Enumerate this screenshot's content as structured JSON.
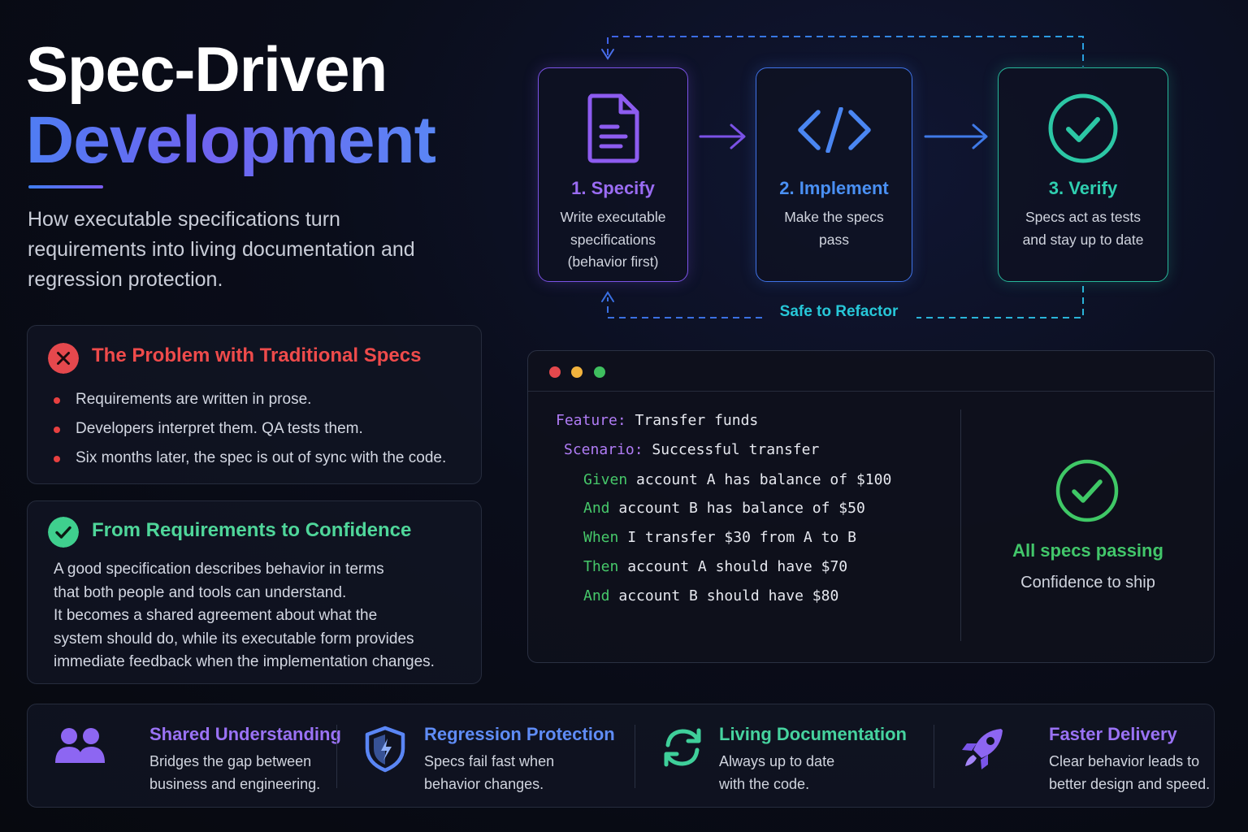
{
  "header": {
    "title_line1": "Spec-Driven",
    "title_line2": "Development",
    "subtitle": "How executable specifications turn requirements into living documentation and regression protection."
  },
  "problem": {
    "title": "The Problem with Traditional Specs",
    "icon": "x-circle-icon",
    "color": "#e74040",
    "bullets": [
      "Requirements are written in prose.",
      "Developers interpret them. QA tests them.",
      "Six months later, the spec is out of sync with the code."
    ]
  },
  "confidence": {
    "title": "From Requirements to Confidence",
    "icon": "check-circle-icon",
    "color": "#3fcf8e",
    "lines": [
      "A good specification describes behavior in terms",
      "that both people and tools can understand.",
      "It becomes a shared agreement about what the",
      "system should do, while its executable form provides",
      "immediate feedback when the implementation changes."
    ]
  },
  "flow": {
    "steps": [
      {
        "title": "1. Specify",
        "desc": [
          "Write executable",
          "specifications",
          "(behavior first)"
        ],
        "icon": "document-icon",
        "color": "#8d5cf0"
      },
      {
        "title": "2. Implement",
        "desc": [
          "Make the specs",
          "pass"
        ],
        "icon": "code-icon",
        "color": "#4a86f2"
      },
      {
        "title": "3. Verify",
        "desc": [
          "Specs act as tests",
          "and stay up to date"
        ],
        "icon": "check-circle-icon",
        "color": "#2cc7a5"
      }
    ],
    "loop_label": "Safe to Refactor"
  },
  "terminal": {
    "lines": [
      {
        "kw": "Feature:",
        "rest": " Transfer funds",
        "kind": "purple"
      },
      {
        "kw": "Scenario:",
        "rest": " Successful transfer",
        "kind": "purple"
      },
      {
        "kw": "Given",
        "rest": " account A has balance of $100",
        "kind": "green"
      },
      {
        "kw": "And",
        "rest": " account B has balance of $50",
        "kind": "green"
      },
      {
        "kw": "When",
        "rest": " I transfer $30 from A to B",
        "kind": "green"
      },
      {
        "kw": "Then",
        "rest": " account A should have $70",
        "kind": "green"
      },
      {
        "kw": "And",
        "rest": " account B should have $80",
        "kind": "green"
      }
    ],
    "status_title": "All specs passing",
    "status_sub": "Confidence to ship",
    "dot_colors": [
      "#e5484d",
      "#f2b33d",
      "#3fbf5f"
    ]
  },
  "benefits": [
    {
      "title": "Shared Understanding",
      "desc": [
        "Bridges the gap between",
        "business and engineering."
      ],
      "icon": "users-icon",
      "color": "#8d66f2"
    },
    {
      "title": "Regression Protection",
      "desc": [
        "Specs fail fast when",
        "behavior changes."
      ],
      "icon": "shield-icon",
      "color": "#5a86f5"
    },
    {
      "title": "Living Documentation",
      "desc": [
        "Always up to date",
        "with the code."
      ],
      "icon": "refresh-icon",
      "color": "#3fcf9a"
    },
    {
      "title": "Faster Delivery",
      "desc": [
        "Clear behavior leads to",
        "better design and speed."
      ],
      "icon": "rocket-icon",
      "color": "#8d66f2"
    }
  ]
}
